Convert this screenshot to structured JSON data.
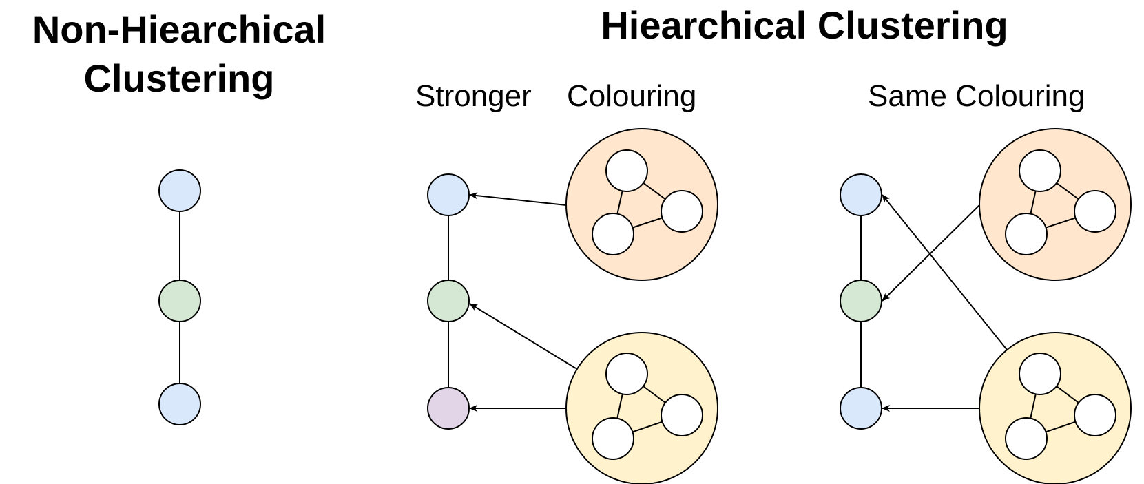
{
  "left_title": {
    "line1": "Non-Hiearchical",
    "line2": "Clustering"
  },
  "right_title": "Hiearchical Clustering",
  "panel_stronger": {
    "label_part1": "Stronger",
    "label_part2": "Colouring"
  },
  "panel_same": {
    "label": "Same Colouring"
  },
  "colors": {
    "blue_node": "#dae8fc",
    "green_node": "#d5e8d4",
    "purple_node": "#e1d5e7",
    "orange_cluster": "#ffe6cc",
    "yellow_cluster": "#fff2cc",
    "white_node": "#ffffff",
    "line": "#000000"
  }
}
